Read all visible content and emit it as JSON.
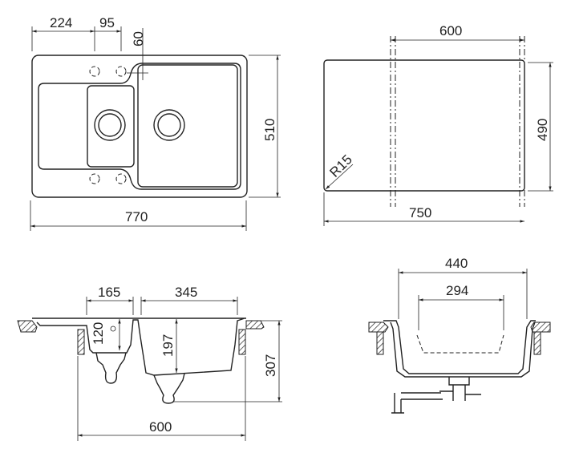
{
  "top_view": {
    "width_total": "770",
    "height_total": "510",
    "offset_left": "224",
    "offset_mid": "95",
    "offset_top": "60"
  },
  "cutout_view": {
    "cutout_width": "600",
    "cutout_height": "490",
    "outer_width": "750",
    "radius": "R15"
  },
  "section_view": {
    "small_bowl_width": "165",
    "large_bowl_width": "345",
    "small_bowl_depth": "120",
    "large_bowl_depth": "197",
    "total_depth": "307",
    "cabinet_width": "600"
  },
  "bowl_section_view": {
    "top_width": "440",
    "bottom_width": "294"
  }
}
